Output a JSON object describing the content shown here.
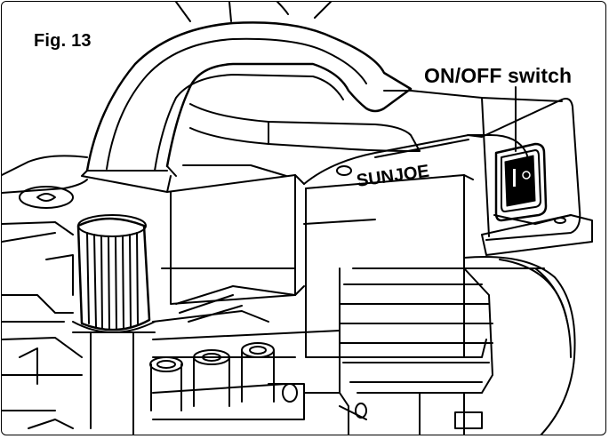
{
  "figure": {
    "label": "Fig. 13",
    "callout": "ON/OFF switch",
    "brand_text": "SUNJOE"
  },
  "icons": {
    "power_switch": "rocker-switch-icon",
    "brand_logo": "sunjoe-logo-icon"
  },
  "colors": {
    "line": "#000000",
    "background": "#ffffff"
  }
}
